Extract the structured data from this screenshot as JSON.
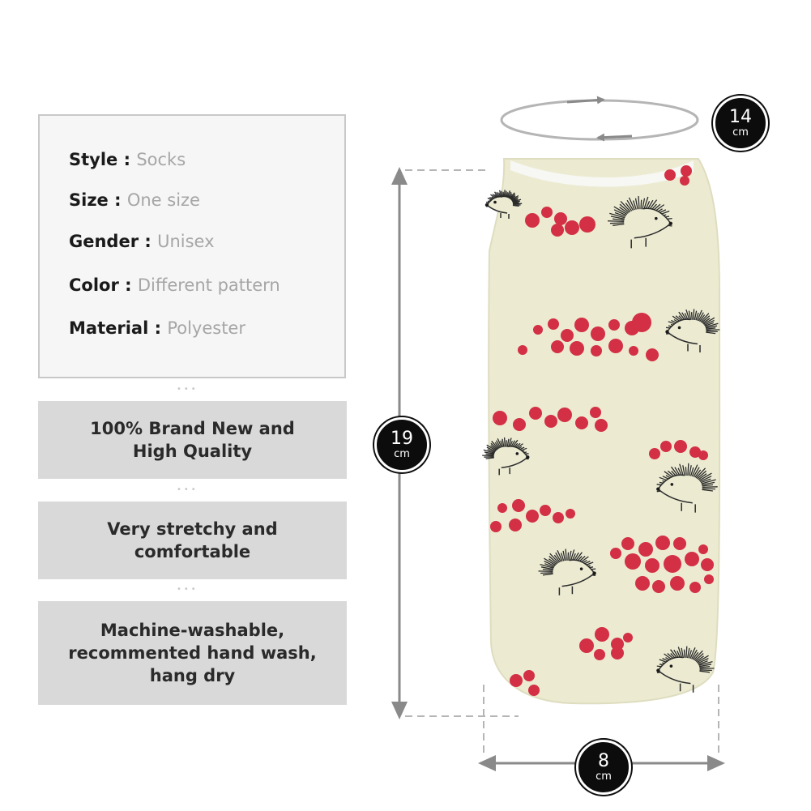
{
  "specs": [
    {
      "key": "Style",
      "value": "Socks"
    },
    {
      "key": "Size",
      "value": "One size"
    },
    {
      "key": "Gender",
      "value": "Unisex"
    },
    {
      "key": "Color",
      "value": "Different pattern"
    },
    {
      "key": "Material",
      "value": "Polyester"
    }
  ],
  "spec_separator": " : ",
  "features": [
    "100% Brand New and\nHigh Quality",
    "Very stretchy and\ncomfortable",
    "Machine-washable,\nrecommented hand wash,\nhang dry"
  ],
  "separator_dots": "•••",
  "dimensions": {
    "circumference": {
      "value": "14",
      "unit": "cm"
    },
    "length": {
      "value": "19",
      "unit": "cm"
    },
    "width": {
      "value": "8",
      "unit": "cm"
    }
  },
  "colors": {
    "sock": "#ecebd2",
    "dot": "#d32f45",
    "arrow": "#8a8a8a",
    "box_fill": "#d9d9d9"
  }
}
